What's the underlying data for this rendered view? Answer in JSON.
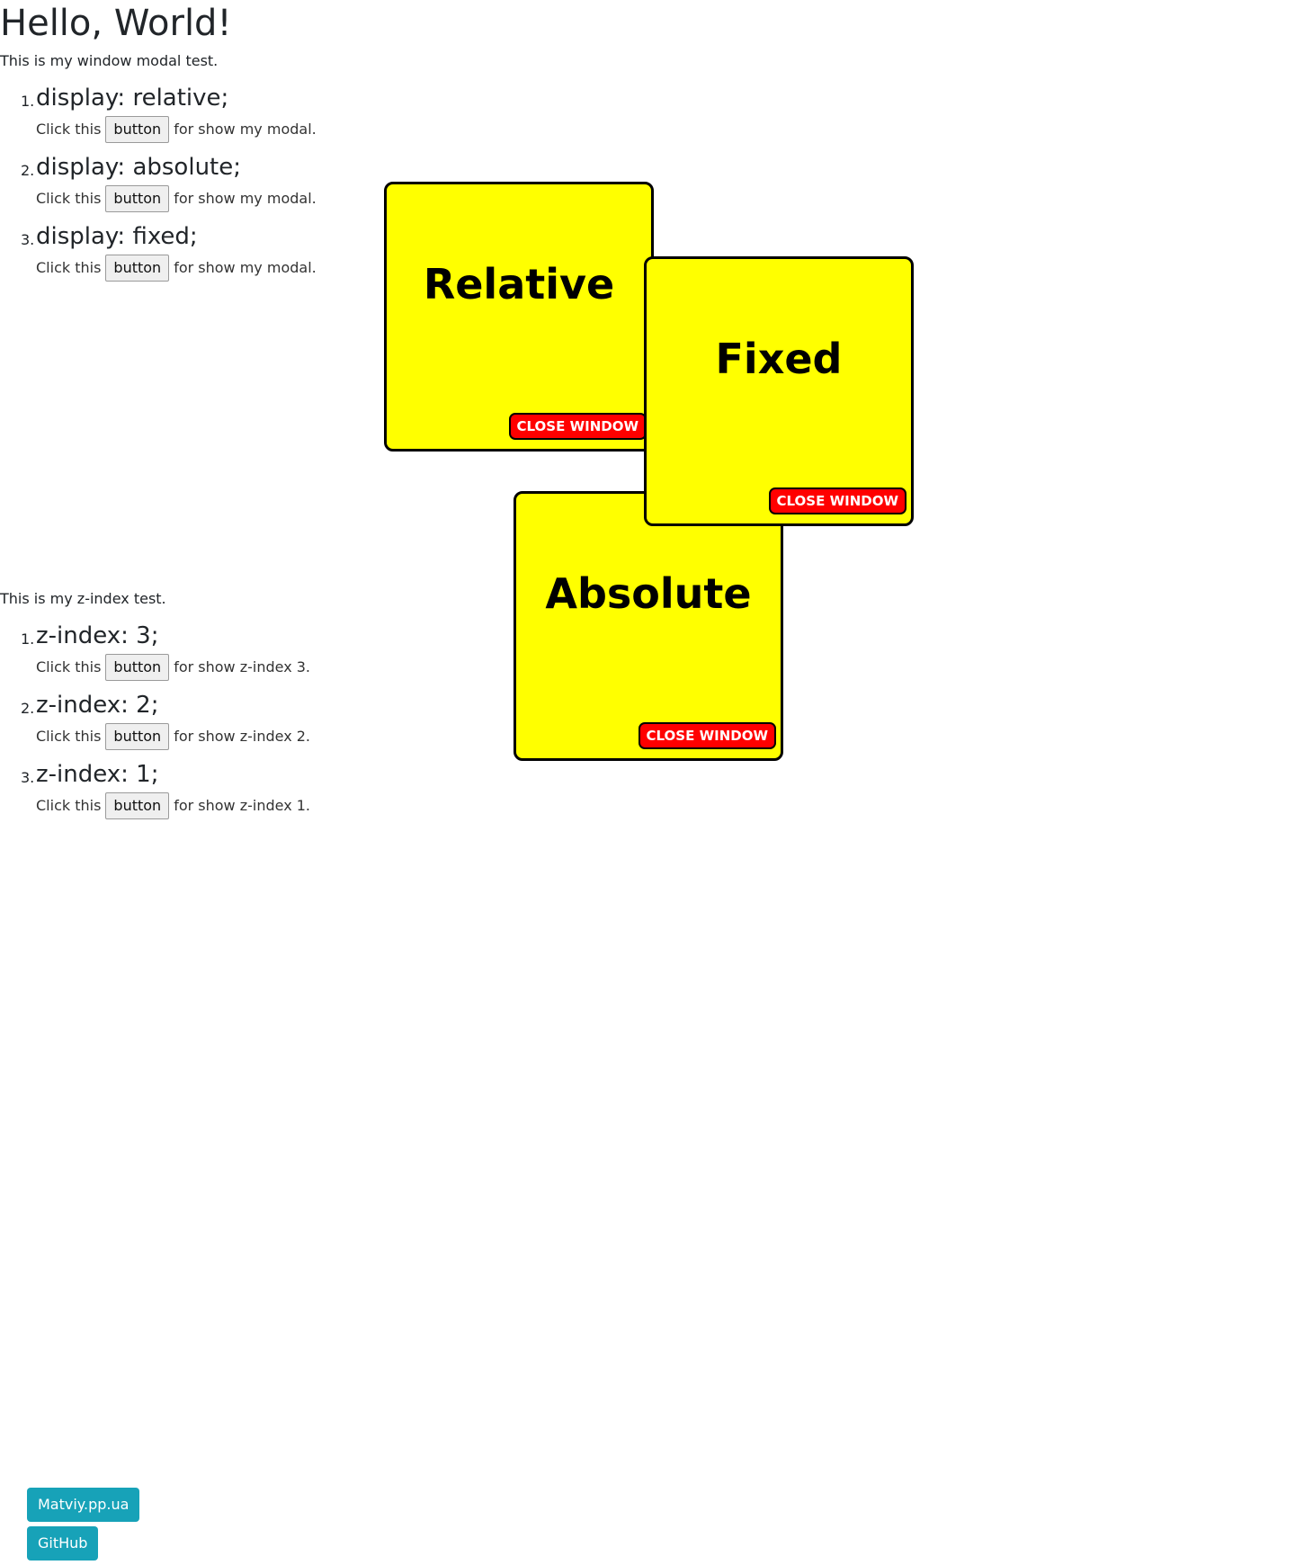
{
  "page": {
    "title": "Hello, World!",
    "modal_intro": "This is my window modal test.",
    "zindex_intro": "This is my z-index test."
  },
  "modal_tests": [
    {
      "num": "1.",
      "heading": "display: relative;",
      "prefix": "Click this",
      "button": "button",
      "suffix": "for show my modal."
    },
    {
      "num": "2.",
      "heading": "display: absolute;",
      "prefix": "Click this",
      "button": "button",
      "suffix": "for show my modal."
    },
    {
      "num": "3.",
      "heading": "display: fixed;",
      "prefix": "Click this",
      "button": "button",
      "suffix": "for show my modal."
    }
  ],
  "zindex_tests": [
    {
      "num": "1.",
      "heading": "z-index: 3;",
      "prefix": "Click this",
      "button": "button",
      "suffix": "for show z-index 3."
    },
    {
      "num": "2.",
      "heading": "z-index: 2;",
      "prefix": "Click this",
      "button": "button",
      "suffix": "for show z-index 2."
    },
    {
      "num": "3.",
      "heading": "z-index: 1;",
      "prefix": "Click this",
      "button": "button",
      "suffix": "for show z-index 1."
    }
  ],
  "modals": {
    "relative": {
      "title": "Relative",
      "close": "CLOSE WINDOW"
    },
    "fixed": {
      "title": "Fixed",
      "close": "CLOSE WINDOW"
    },
    "absolute": {
      "title": "Absolute",
      "close": "CLOSE WINDOW"
    }
  },
  "footer": {
    "site_link": "Matviy.pp.ua",
    "github_link": "GitHub"
  },
  "colors": {
    "modal_bg": "#ffff00",
    "close_btn": "#ff0000",
    "footer_btn": "#17a2b8"
  }
}
